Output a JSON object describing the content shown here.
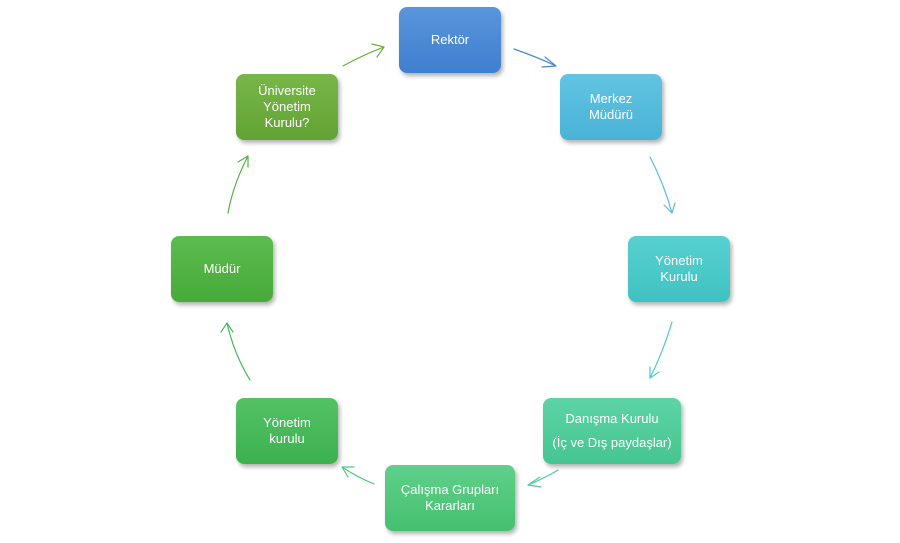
{
  "diagram": {
    "nodes": [
      {
        "id": "rektor",
        "lines": [
          "Rektör"
        ],
        "color": "#4a88d5"
      },
      {
        "id": "merkez-muduru",
        "lines": [
          "Merkez",
          "Müdürü"
        ],
        "color": "#55bcdc"
      },
      {
        "id": "yonetim-kurulu",
        "lines": [
          "Yönetim",
          "Kurulu"
        ],
        "color": "#4cc9c9"
      },
      {
        "id": "danisma-kurulu",
        "lines": [
          "Danışma Kurulu",
          "(İç ve Dış paydaşlar)"
        ],
        "color": "#51cc9a"
      },
      {
        "id": "calisma-gruplari",
        "lines": [
          "Çalışma Grupları",
          "Kararları"
        ],
        "color": "#52c87c"
      },
      {
        "id": "yonetim-kurulu-2",
        "lines": [
          "Yönetim",
          "kurulu"
        ],
        "color": "#47b95a"
      },
      {
        "id": "mudur",
        "lines": [
          "Müdür"
        ],
        "color": "#52b244"
      },
      {
        "id": "universite-yonetim-kurulu",
        "lines": [
          "Üniversite",
          "Yönetim",
          "Kurulu?"
        ],
        "color": "#6dac3e"
      }
    ],
    "arrow_colors": [
      "#4a88d5",
      "#55bcdc",
      "#4cc9c9",
      "#51cc9a",
      "#52c87c",
      "#47b95a",
      "#52b244",
      "#6dac3e"
    ]
  }
}
